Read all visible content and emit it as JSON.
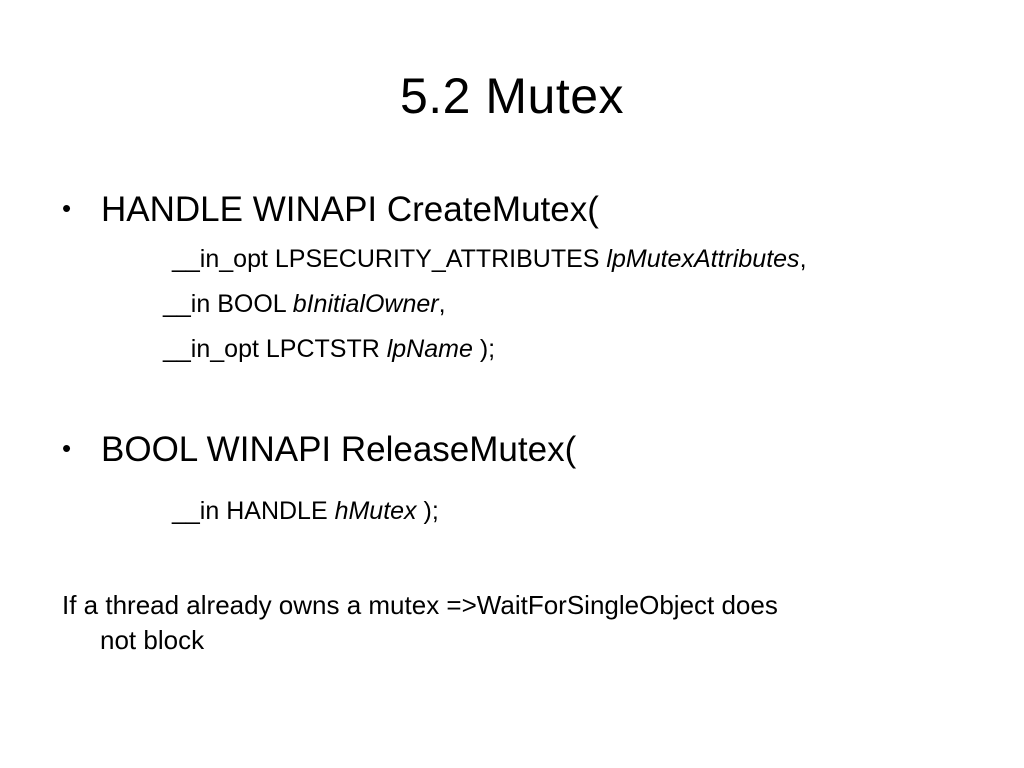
{
  "slide": {
    "title": "5.2 Mutex",
    "bullet_symbol": "•",
    "bullets": [
      {
        "text": "HANDLE WINAPI CreateMutex(",
        "params": [
          {
            "prefix": "__in_opt LPSECURITY_ATTRIBUTES ",
            "name": "lpMutexAttributes",
            "suffix": ","
          },
          {
            "prefix": "__in BOOL ",
            "name": "bInitialOwner",
            "suffix": ","
          },
          {
            "prefix": "__in_opt LPCTSTR ",
            "name": "lpName",
            "suffix": " );"
          }
        ]
      },
      {
        "text": "BOOL WINAPI ReleaseMutex(",
        "params": [
          {
            "prefix": "__in HANDLE ",
            "name": "hMutex",
            "suffix": " );"
          }
        ]
      }
    ],
    "note_line1": "If a thread already owns a mutex =>WaitForSingleObject does",
    "note_line2": "not block"
  }
}
